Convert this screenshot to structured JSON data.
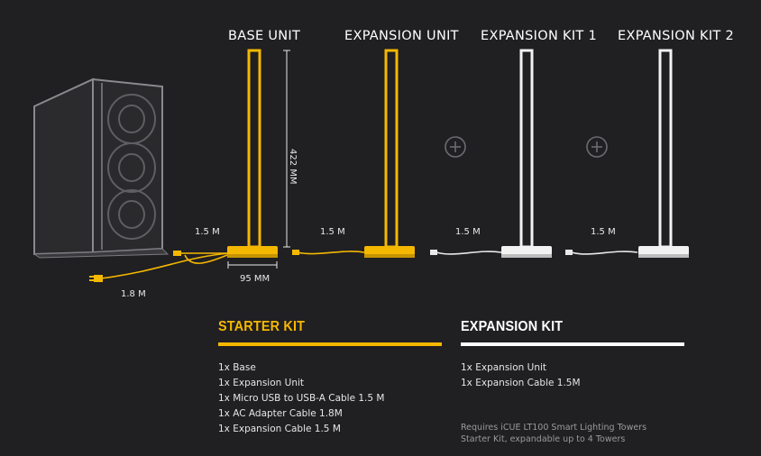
{
  "units": {
    "base": "BASE UNIT",
    "expansion": "EXPANSION UNIT",
    "kit1": "EXPANSION KIT 1",
    "kit2": "EXPANSION KIT 2"
  },
  "dimensions": {
    "height": "422 MM",
    "width": "95 MM"
  },
  "cables": {
    "pc_to_base": "1.5 M",
    "adapter": "1.8 M",
    "base_to_expansion": "1.5 M",
    "expansion_to_kit1": "1.5 M",
    "kit1_to_kit2": "1.5 M"
  },
  "starter_kit": {
    "title": "STARTER KIT",
    "items": [
      "1x Base",
      "1x Expansion Unit",
      "1x Micro USB to USB-A Cable 1.5 M",
      "1x AC Adapter Cable 1.8M",
      "1x Expansion Cable 1.5 M"
    ]
  },
  "expansion_kit": {
    "title": "EXPANSION KIT",
    "items": [
      "1x Expansion Unit",
      "1x Expansion Cable 1.5M"
    ],
    "note_line1": "Requires iCUE LT100 Smart Lighting Towers",
    "note_line2": "Starter Kit, expandable up to 4 Towers"
  },
  "colors": {
    "background": "#201f22",
    "accent": "#f5b800",
    "white": "#ffffff",
    "case_gray": "#2e2d30"
  }
}
